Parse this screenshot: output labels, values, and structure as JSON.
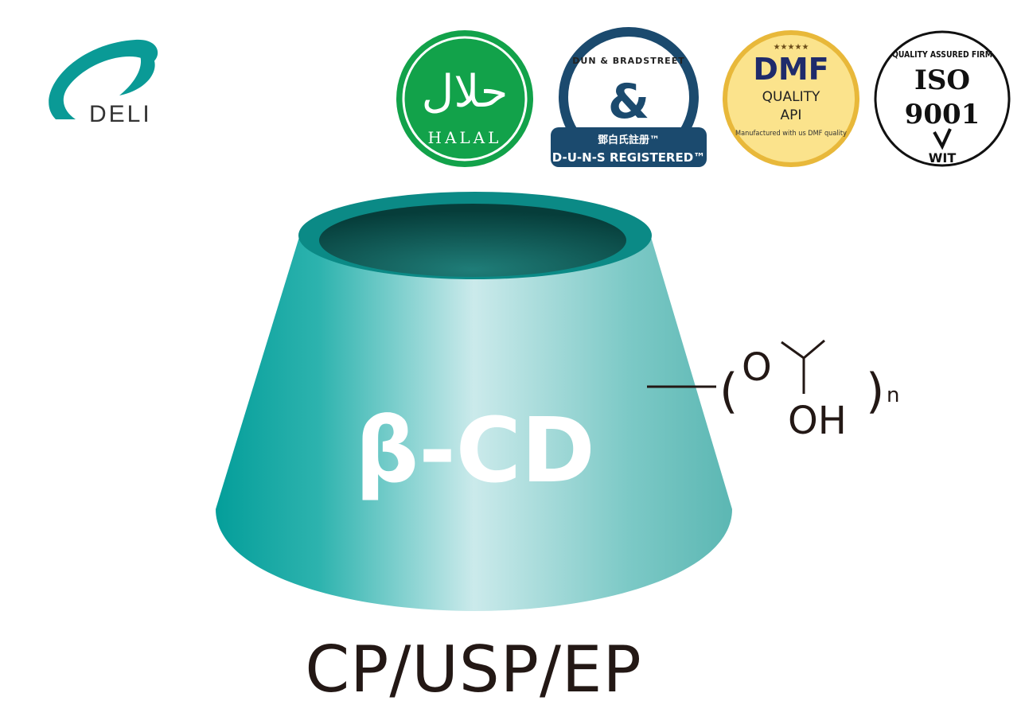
{
  "logo": {
    "text": "DELI",
    "color": "#0a9a96"
  },
  "badges": [
    {
      "name": "halal",
      "arabic": "حلال",
      "text": "HALAL",
      "color": "#12a24a"
    },
    {
      "name": "duns",
      "arc_text": "DUN & BRADSTREET",
      "cn_text": "鄧白氏註册™",
      "text": "D-U-N-S REGISTERED™",
      "color": "#1b4a6e"
    },
    {
      "name": "dmf",
      "stars": "★★★★★",
      "title": "DMF",
      "line2": "QUALITY",
      "line3": "API",
      "arc_text": "Manufactured with us DMF quality",
      "color": "#f7d774"
    },
    {
      "name": "iso",
      "arc_text": "QUALITY ASSURED FIRM",
      "line1": "ISO",
      "line2": "9001",
      "mark": "WIT",
      "color": "#111111"
    }
  ],
  "product": {
    "name": "β-CD",
    "color": "#16aaa5"
  },
  "formula": {
    "o": "O",
    "oh": "OH",
    "subscript": "n",
    "open": "(",
    "close": ")"
  },
  "grade": "CP/USP/EP"
}
